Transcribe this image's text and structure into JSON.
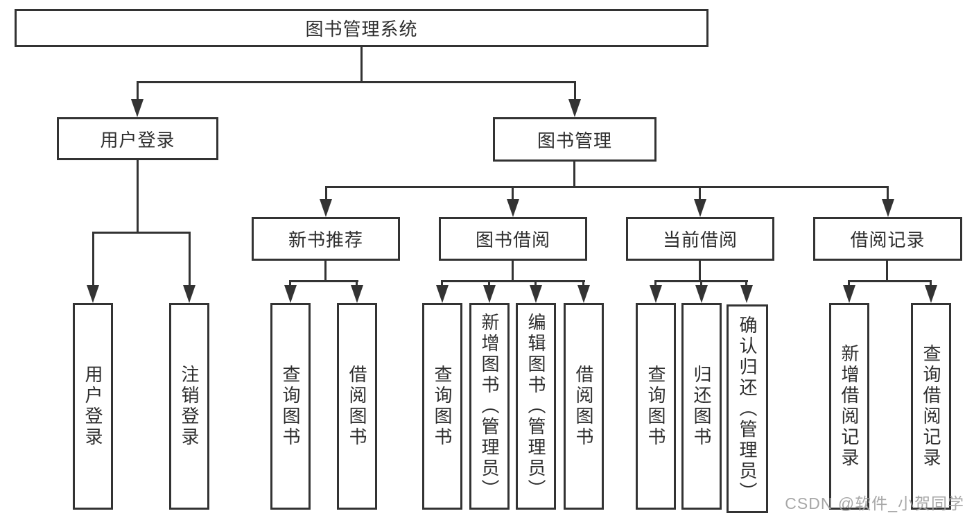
{
  "diagram": {
    "root": {
      "label": "图书管理系统"
    },
    "branches": [
      {
        "label": "用户登录",
        "children": [
          {
            "label": "用户登录"
          },
          {
            "label": "注销登录"
          }
        ]
      },
      {
        "label": "图书管理",
        "children": [
          {
            "label": "新书推荐",
            "children": [
              {
                "label": "查询图书"
              },
              {
                "label": "借阅图书"
              }
            ]
          },
          {
            "label": "图书借阅",
            "children": [
              {
                "label": "查询图书"
              },
              {
                "label": "新增图书（管理员）"
              },
              {
                "label": "编辑图书（管理员）"
              },
              {
                "label": "借阅图书"
              }
            ]
          },
          {
            "label": "当前借阅",
            "children": [
              {
                "label": "查询图书"
              },
              {
                "label": "归还图书"
              },
              {
                "label": "确认归还（管理员）"
              }
            ]
          },
          {
            "label": "借阅记录",
            "children": [
              {
                "label": "新增借阅记录"
              },
              {
                "label": "查询借阅记录"
              }
            ]
          }
        ]
      }
    ]
  },
  "watermark": {
    "text": "CSDN @软件_小贺同学"
  },
  "colors": {
    "line": "#333333",
    "text": "#2e2e2e",
    "background": "#ffffff",
    "watermark": "#a0a0a0"
  }
}
